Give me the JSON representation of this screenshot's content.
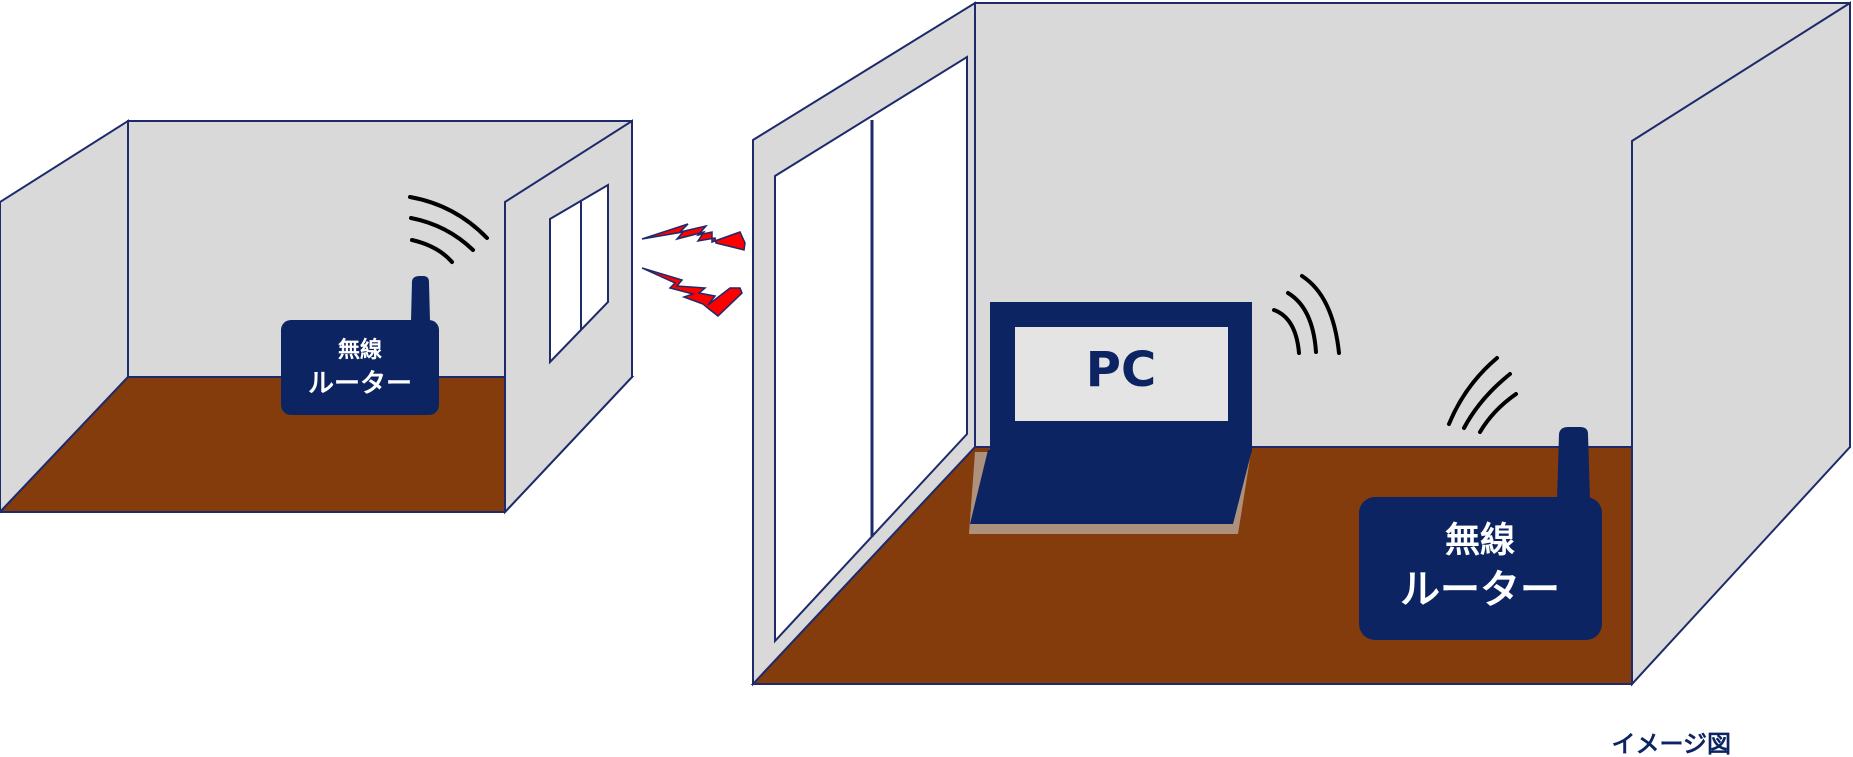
{
  "small_room": {
    "router_label_line1": "無線",
    "router_label_line2": "ルーター"
  },
  "large_room": {
    "pc_label": "PC",
    "router_label_line1": "無線",
    "router_label_line2": "ルーター"
  },
  "caption": "イメージ図",
  "colors": {
    "wall": "#d9d9d9",
    "floor": "#843c0c",
    "outline": "#1f2a6b",
    "device": "#0d2463",
    "signal_bolt": "#ff0000"
  }
}
